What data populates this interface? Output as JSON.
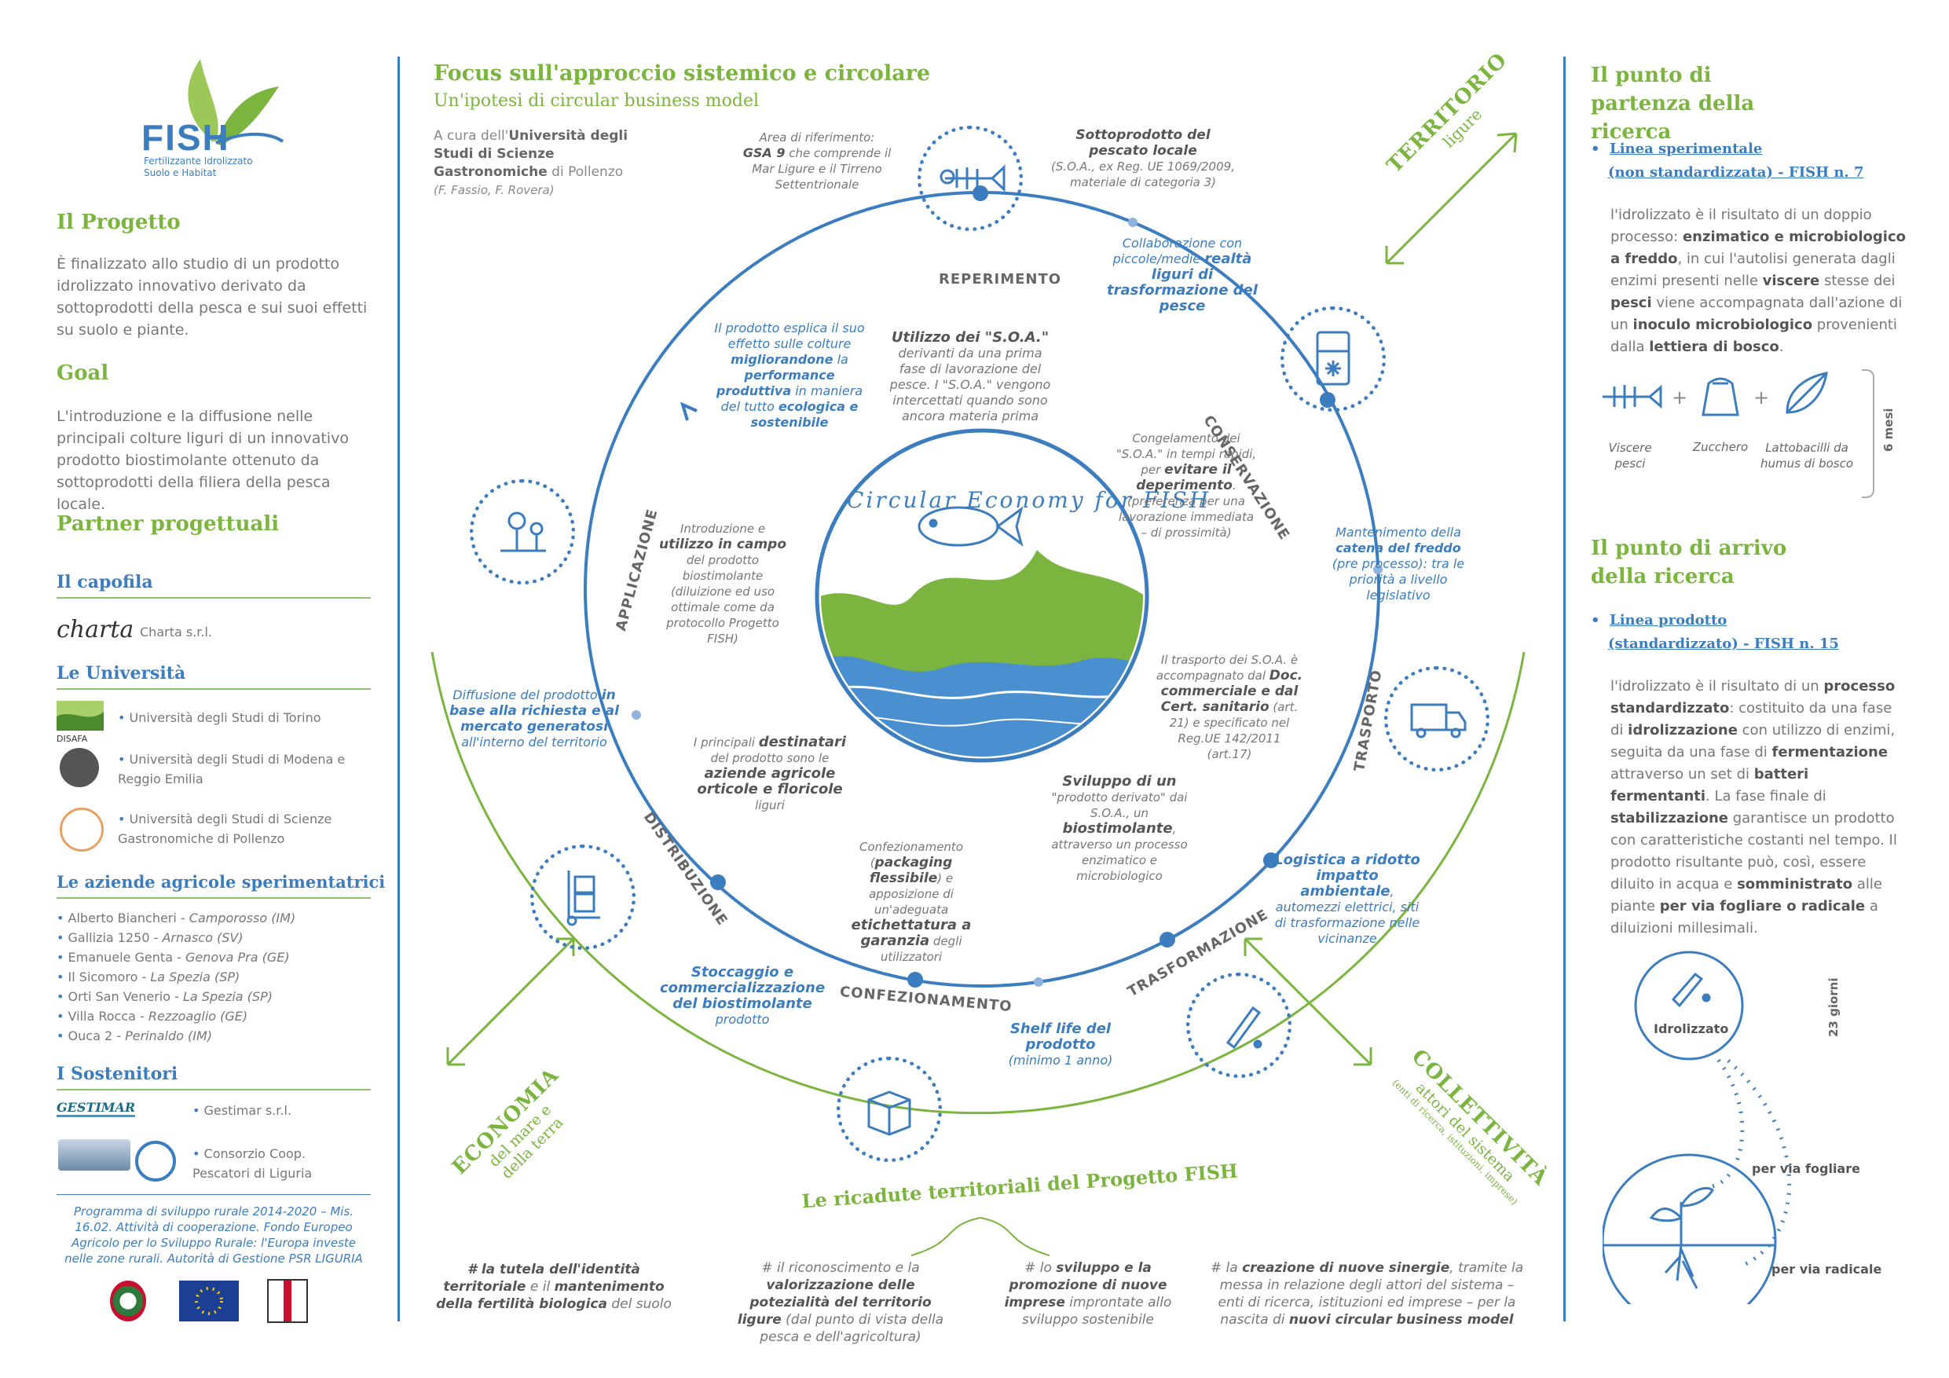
{
  "logo": {
    "name": "FISH",
    "subtitle_line1": "Fertilizzante Idrolizzato",
    "subtitle_line2": "Suolo e Habitat"
  },
  "left": {
    "progetto_title": "Il Progetto",
    "progetto_text": "È finalizzato allo studio di un prodotto idrolizzato innovativo derivato da sottoprodotti della pesca e sui suoi effetti su suolo e piante.",
    "goal_title": "Goal",
    "goal_text": "L'introduzione e la diffusione nelle principali colture liguri di un innovativo prodotto biostimolante ottenuto da sottoprodotti della filiera della pesca locale.",
    "partner_title": "Partner progettuali",
    "capofila_title": "Il capofila",
    "capofila_logo": "charta",
    "capofila_name": "Charta s.r.l.",
    "universita_title": "Le Università",
    "univ": [
      "Università degli Studi di Torino",
      "Università degli Studi di Modena e Reggio Emilia",
      "Università degli Studi di Scienze Gastronomiche di Pollenzo"
    ],
    "univ_logo1": "DISAFA",
    "aziende_title": "Le aziende agricole sperimentatrici",
    "aziende": [
      {
        "name": "Alberto Biancheri - ",
        "place": "Camporosso (IM)"
      },
      {
        "name": "Gallizia 1250 - ",
        "place": "Arnasco (SV)"
      },
      {
        "name": "Emanuele Genta - ",
        "place": "Genova Pra (GE)"
      },
      {
        "name": "Il Sicomoro - ",
        "place": "La Spezia (SP)"
      },
      {
        "name": "Orti San Venerio - ",
        "place": "La Spezia (SP)"
      },
      {
        "name": "Villa Rocca - ",
        "place": "Rezzoaglio (GE)"
      },
      {
        "name": "Ouca 2 - ",
        "place": "Perinaldo (IM)"
      }
    ],
    "sostenitori_title": "I Sostenitori",
    "sost1_logo": "GESTIMAR",
    "sost1": "Gestimar s.r.l.",
    "sost2": "Consorzio Coop. Pescatori di Liguria",
    "programma": "Programma di sviluppo rurale 2014-2020 – Mis. 16.02. Attività di cooperazione. Fondo Europeo Agricolo per lo Sviluppo Rurale: l'Europa investe nelle zone rurali. Autorità di Gestione PSR LIGURIA"
  },
  "center": {
    "title": "Focus sull'approccio sistemico e circolare",
    "subtitle": "Un'ipotesi di circular business model",
    "credit_a": "A cura dell'",
    "credit_b": "Università degli Studi di Scienze Gastronomiche",
    "credit_c": " di Pollenzo",
    "credit_authors": "(F. Fassio, F. Rovera)",
    "circle_label": "Circular Economy for FISH",
    "stages": {
      "reperimento": "REPERIMENTO",
      "conservazione": "CONSERVAZIONE",
      "trasporto": "TRASPORTO",
      "trasformazione": "TRASFORMAZIONE",
      "confezionamento": "CONFEZIONAMENTO",
      "distribuzione": "DISTRIBUZIONE",
      "applicazione": "APPLICAZIONE"
    },
    "area_a": "Area di riferimento:",
    "area_b": "GSA 9",
    "area_c": " che comprende il Mar Ligure e il Tirreno Settentrionale",
    "sottoprodotto_a": "Sottoprodotto del pescato locale",
    "sottoprodotto_b": "(S.O.A., ex Reg. UE 1069/2009, materiale di categoria 3)",
    "collab_a": "Collaborazione con piccole/medie ",
    "collab_b": "realtà liguri di trasformazione del pesce",
    "utilizzo_a": "Utilizzo dei \"S.O.A.\"",
    "utilizzo_b": "derivanti da una prima fase di lavorazione del pesce. I \"S.O.A.\" vengono intercettati quando sono ancora materia prima",
    "prodotto_a": "Il prodotto esplica il suo effetto sulle colture ",
    "prodotto_b": "migliorandone",
    "prodotto_c": " la ",
    "prodotto_d": "performance produttiva",
    "prodotto_e": " in maniera del tutto ",
    "prodotto_f": "ecologica e sostenibile",
    "congelamento_a": "Congelamento dei \"S.O.A.\" in tempi rapidi, per ",
    "congelamento_b": "evitare il deperimento",
    "congelamento_c": ". (preferenza per una lavorazione immediata – di prossimità)",
    "mantenimento_a": "Mantenimento della ",
    "mantenimento_b": "catena del freddo",
    "mantenimento_c": " (pre processo): tra le priorità a livello legislativo",
    "introduzione_a": "Introduzione e ",
    "introduzione_b": "utilizzo in campo",
    "introduzione_c": " del prodotto biostimolante (diluizione ed uso ottimale come da protocollo Progetto FISH)",
    "diffusione_a": "Diffusione del prodotto ",
    "diffusione_b": "in base alla richiesta e al mercato generatosi",
    "diffusione_c": " all'interno del territorio",
    "trasporto_a": "Il trasporto dei S.O.A. è accompagnato dal ",
    "trasporto_b": "Doc. commerciale e dal Cert. sanitario",
    "trasporto_c": " (art. 21) e specificato nel Reg.UE 142/2011 (art.17)",
    "destinatari_a": "I principali ",
    "destinatari_b": "destinatari",
    "destinatari_c": " del prodotto sono le ",
    "destinatari_d": "aziende agricole orticole e floricole",
    "destinatari_e": " liguri",
    "sviluppo_a": "Sviluppo di un",
    "sviluppo_b": " \"prodotto derivato\" dai S.O.A., un ",
    "sviluppo_c": "biostimolante",
    "sviluppo_d": ", attraverso un processo enzimatico e microbiologico",
    "confez_a": "Confezionamento (",
    "confez_b": "packaging flessibile",
    "confez_c": ") e apposizione di un'adeguata ",
    "confez_d": "etichettatura a garanzia",
    "confez_e": " degli utilizzatori",
    "logistica_a": "Logistica a ridotto impatto ambientale",
    "logistica_b": ", automezzi elettrici, siti di trasformazione nelle vicinanze",
    "stoccaggio_a": "Stoccaggio e commercializzazione del biostimolante",
    "stoccaggio_b": " prodotto",
    "shelf_a": "Shelf life del prodotto",
    "shelf_b": "(minimo 1 anno)",
    "territorio_a": "TERRITORIO",
    "territorio_b": "ligure",
    "economia_a": "ECONOMIA",
    "economia_b": "del mare e",
    "economia_c": "della terra",
    "collettivita_a": "COLLETTIVITÀ",
    "collettivita_b": "attori del sistema",
    "collettivita_c": "(enti di ricerca, istituzioni, imprese)",
    "ricadute_title": "Le ricadute territoriali del Progetto FISH",
    "impacts": [
      {
        "a": "# la tutela dell'identità territoriale",
        "b": " e il ",
        "c": "mantenimento della fertilità biologica",
        "d": " del suolo"
      },
      {
        "a": "# il riconoscimento e la ",
        "b": "valorizzazione delle potezialità del territorio ligure",
        "c": " (dal punto di vista della pesca e dell'agricoltura)"
      },
      {
        "a": "# lo ",
        "b": "sviluppo e la promozione di nuove imprese",
        "c": " improntate allo sviluppo sostenibile"
      },
      {
        "a": "# la ",
        "b": "creazione di nuove sinergie",
        "c": ", tramite la messa in relazione degli attori del sistema – enti di ricerca, istituzioni ed imprese – per la nascita di ",
        "d": "nuovi circular business model"
      }
    ]
  },
  "right": {
    "partenza_title": "Il punto di partenza della ricerca",
    "linea_sper_a": "Linea sperimentale",
    "linea_sper_b": "(non standardizzata) - FISH n. 7",
    "partenza_text_a": "l'idrolizzato è il risultato di un doppio processo: ",
    "partenza_text_b": "enzimatico e microbiologico a freddo",
    "partenza_text_c": ", in cui l'autolisi generata dagli enzimi presenti nelle ",
    "partenza_text_d": "viscere",
    "partenza_text_e": " stesse dei ",
    "partenza_text_f": "pesci",
    "partenza_text_g": " viene accompagnata dall'azione di un ",
    "partenza_text_h": "inoculo microbiologico",
    "partenza_text_i": " provenienti dalla ",
    "partenza_text_j": "lettiera di bosco",
    "partenza_text_k": ".",
    "ing1": "Viscere pesci",
    "ing2": "Zucchero",
    "ing3": "Lattobacilli da humus di bosco",
    "mesi": "6 mesi",
    "arrivo_title": "Il punto di arrivo della ricerca",
    "linea_prod_a": "Linea prodotto",
    "linea_prod_b": "(standardizzato) - FISH n. 15",
    "arrivo_a": "l'idrolizzato è il risultato di un ",
    "arrivo_b": "processo standardizzato",
    "arrivo_c": ": costituito da una fase di ",
    "arrivo_d": "idrolizzazione",
    "arrivo_e": " con utilizzo di enzimi, seguita da una fase di ",
    "arrivo_f": "fermentazione",
    "arrivo_g": " attraverso un set di ",
    "arrivo_h": "batteri fermentanti",
    "arrivo_i": ". La fase finale di ",
    "arrivo_j": "stabilizzazione",
    "arrivo_k": " garantisce un prodotto con caratteristiche costanti nel tempo. Il prodotto risultante può, così, essere diluito in acqua e ",
    "arrivo_l": "somministrato",
    "arrivo_m": " alle piante ",
    "arrivo_n": "per via fogliare o radicale",
    "arrivo_o": " a diluizioni millesimali.",
    "idrolizzato": "Idrolizzato",
    "giorni": "23 giorni",
    "fogliare": "per via fogliare",
    "radicale": "per via radicale"
  },
  "colors": {
    "green": "#7bb53f",
    "blue": "#3c7dbf",
    "text": "#777777"
  }
}
